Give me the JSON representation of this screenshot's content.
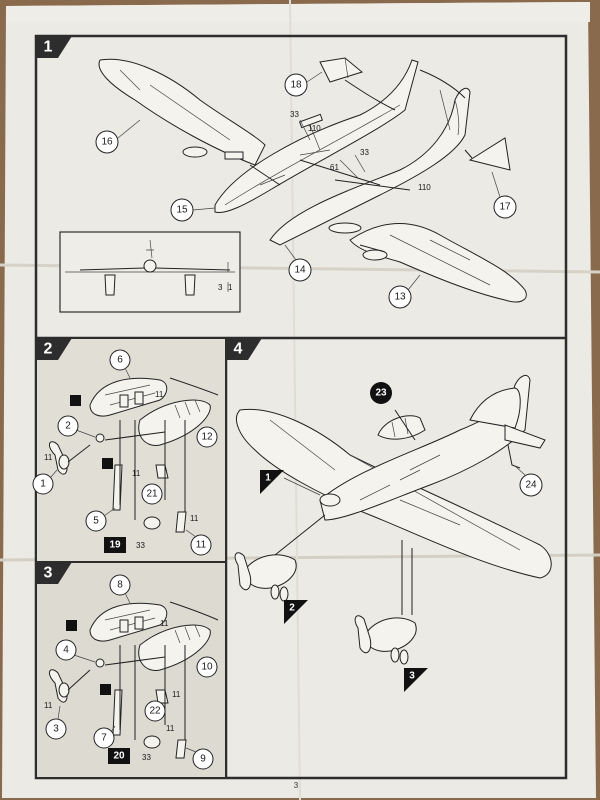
{
  "page_number": "3",
  "steps": [
    {
      "number": "1"
    },
    {
      "number": "2"
    },
    {
      "number": "3"
    },
    {
      "number": "4"
    }
  ],
  "step1": {
    "callouts": [
      "16",
      "18",
      "15",
      "14",
      "13",
      "17"
    ],
    "small_labels": [
      "33",
      "110",
      "61",
      "33",
      "110",
      "3",
      "1"
    ]
  },
  "step2": {
    "callouts": [
      "6",
      "2",
      "1",
      "12",
      "21",
      "5",
      "11"
    ],
    "small_labels": [
      "11",
      "11",
      "11",
      "11",
      "33"
    ],
    "black_box": "19"
  },
  "step3": {
    "callouts": [
      "8",
      "4",
      "3",
      "10",
      "22",
      "7",
      "9"
    ],
    "small_labels": [
      "11",
      "11",
      "11",
      "11",
      "33"
    ],
    "black_box": "20"
  },
  "step4": {
    "callouts": [
      "24"
    ],
    "black_circle": "23",
    "flags": [
      "1",
      "2",
      "3"
    ]
  },
  "colors": {
    "paper": "#eceae4",
    "frame": "#2d2d2d",
    "shade": "#e1ded6",
    "background": "#8a6a4c"
  }
}
